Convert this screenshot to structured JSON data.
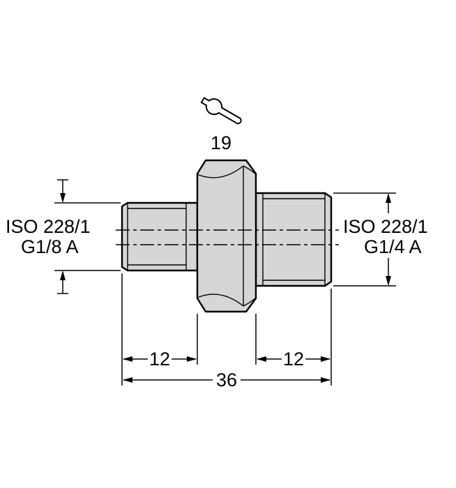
{
  "wrench": {
    "size_label": "19"
  },
  "labels": {
    "left_line1": "ISO 228/1",
    "left_line2": "G1/8 A",
    "right_line1": "ISO 228/1",
    "right_line2": "G1/4 A"
  },
  "dimensions": {
    "left_thread_length": "12",
    "right_thread_length": "12",
    "overall_length": "36"
  },
  "colors": {
    "part_fill": "#d6d6d6",
    "line": "#000000",
    "background": "#ffffff"
  }
}
